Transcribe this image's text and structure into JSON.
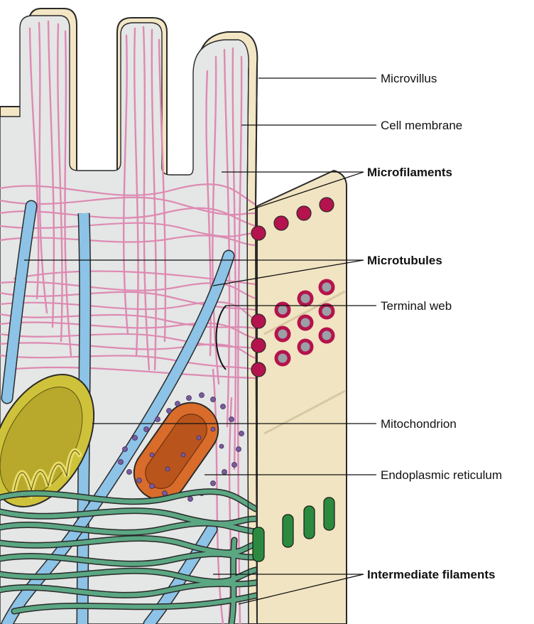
{
  "labels": {
    "microvillus": "Microvillus",
    "cell_membrane": "Cell membrane",
    "microfilaments": "Microfilaments",
    "microtubules": "Microtubules",
    "terminal_web": "Terminal web",
    "mitochondrion": "Mitochondrion",
    "endoplasmic_reticulum": "Endoplasmic reticulum",
    "intermediate_filaments": "Intermediate filaments"
  },
  "colors": {
    "background": "#ffffff",
    "membrane": "#f3e6c4",
    "membrane_side": "#f1e4c2",
    "cytoplasm": "#e5e6e6",
    "microfilament": "#dd8ab2",
    "microtubule": "#8cc3e6",
    "intermediate_filament": "#5ba783",
    "junction_dot": "#b5134d",
    "mitochondrion": "#cfc23b",
    "endoplasmic_reticulum": "#d96c2a",
    "er_granule": "#7a5a9e",
    "desmosome": "#2b8a3e"
  }
}
